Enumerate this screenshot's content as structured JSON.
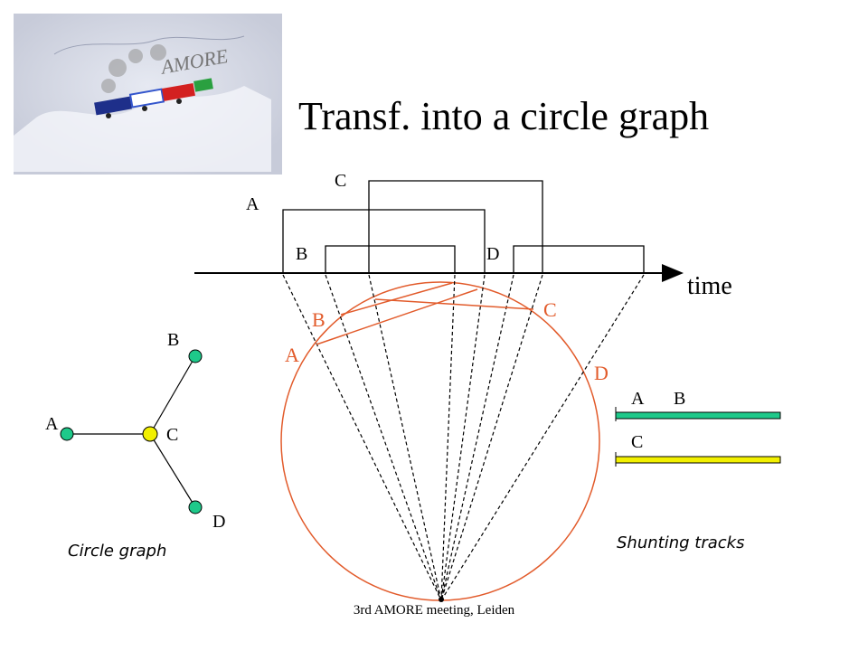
{
  "slide": {
    "title": "Transf. into a circle graph",
    "footer": "3rd AMORE meeting, Leiden"
  },
  "logo": {
    "text": "AMORE"
  },
  "timeline": {
    "axis_label": "time",
    "intervals": [
      {
        "label": "A"
      },
      {
        "label": "B"
      },
      {
        "label": "C"
      },
      {
        "label": "D"
      }
    ]
  },
  "circle": {
    "chord_labels": [
      "A",
      "B",
      "C",
      "D"
    ]
  },
  "circle_graph": {
    "caption": "Circle graph",
    "nodes": [
      {
        "label": "A",
        "color": "#1ec98a"
      },
      {
        "label": "B",
        "color": "#1ec98a"
      },
      {
        "label": "C",
        "color": "#f2f000"
      },
      {
        "label": "D",
        "color": "#1ec98a"
      }
    ]
  },
  "shunting": {
    "caption": "Shunting tracks",
    "tracks": [
      {
        "labels": [
          "A",
          "B"
        ],
        "color": "#1ec98a"
      },
      {
        "labels": [
          "C"
        ],
        "color": "#f2f000"
      }
    ]
  },
  "colors": {
    "accent": "#e25b2b",
    "green_node": "#1ec98a",
    "yellow_node": "#f2f000"
  }
}
